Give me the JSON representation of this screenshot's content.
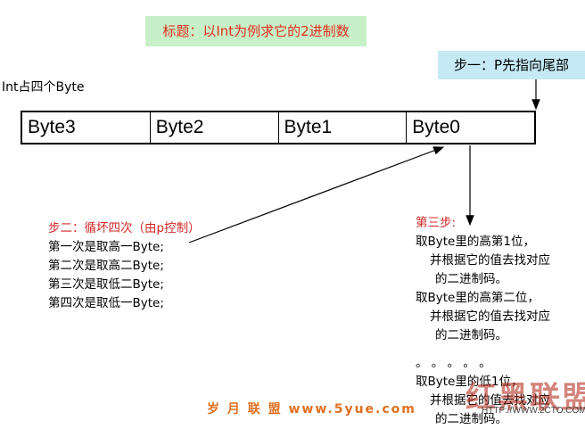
{
  "title": "标题：以Int为例求它的2进制数",
  "step1": "步一：P先指向尾部",
  "int_label": "Int占四个Byte",
  "bytes": [
    "Byte3",
    "Byte2",
    "Byte1",
    "Byte0"
  ],
  "step2": {
    "heading": "步二：循坏四次（由p控制）",
    "lines": [
      "第一次是取高一Byte;",
      "第二次是取高二Byte;",
      "第三次是取低二Byte;",
      "第四次是取低一Byte;"
    ]
  },
  "step3": {
    "heading": "第三步:",
    "line1": "取Byte里的高第1位，",
    "line2": "并根据它的值去找对应",
    "line3": "的二进制码。",
    "line4": "取Byte里的高第二位，",
    "line5": "并根据它的值去找对应",
    "line6": "的二进制码。",
    "dots": "。 。 。 。 。",
    "line7": "取Byte里的低1位，",
    "line8": "并根据它的值去找对应",
    "line9": "的二进制码。"
  },
  "watermark": {
    "site_text": "岁 月 联 盟   www.5yue.com",
    "logo": "红黑联盟",
    "url": "HTTP://WWW.2CTO.COM"
  },
  "colors": {
    "title_bg": "#c8f0c8",
    "title_text": "#e0301e",
    "step1_bg": "#c5eaf6",
    "step_heading": "#d32626"
  }
}
